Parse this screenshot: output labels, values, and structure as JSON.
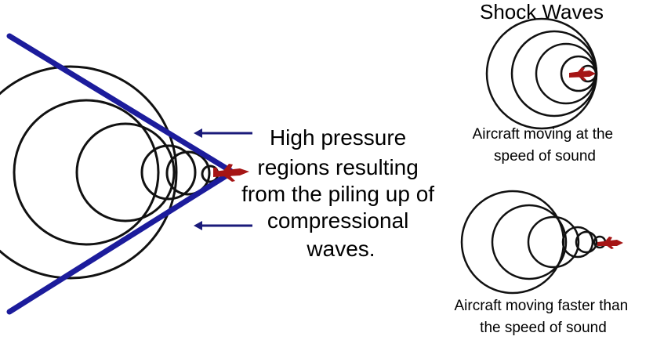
{
  "title": "Shock Waves",
  "explanation_lines": [
    "High pressure",
    "regions resulting",
    "from the piling up of",
    "compressional",
    "waves."
  ],
  "caption_sonic_lines": [
    "Aircraft moving at the",
    "speed of sound"
  ],
  "caption_supersonic_lines": [
    "Aircraft moving faster than",
    "the speed of sound"
  ],
  "colors": {
    "wave_circle": "#111111",
    "shock_cone": "#1c1c9c",
    "arrow": "#1a1a7a",
    "aircraft": "#a51515",
    "text": "#000000",
    "background": "#ffffff"
  },
  "icons": {
    "aircraft": "aircraft-icon",
    "arrow": "arrow-left-icon"
  }
}
